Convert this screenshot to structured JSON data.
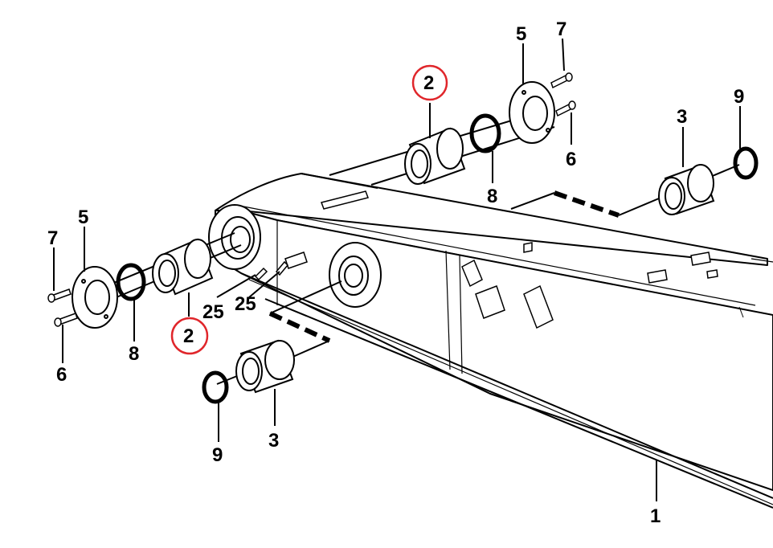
{
  "diagram": {
    "callouts": [
      {
        "id": "c5-top",
        "text": "5"
      },
      {
        "id": "c7-top",
        "text": "7"
      },
      {
        "id": "c2-top",
        "text": "2",
        "circled": true
      },
      {
        "id": "c9-right",
        "text": "9"
      },
      {
        "id": "c3-right",
        "text": "3"
      },
      {
        "id": "c6-right",
        "text": "6"
      },
      {
        "id": "c8-right",
        "text": "8"
      },
      {
        "id": "c5-left",
        "text": "5"
      },
      {
        "id": "c7-left",
        "text": "7"
      },
      {
        "id": "c25-a",
        "text": "25"
      },
      {
        "id": "c25-b",
        "text": "25"
      },
      {
        "id": "c2-left",
        "text": "2",
        "circled": true
      },
      {
        "id": "c8-left",
        "text": "8"
      },
      {
        "id": "c6-left",
        "text": "6"
      },
      {
        "id": "c9-bottom",
        "text": "9"
      },
      {
        "id": "c3-bottom",
        "text": "3"
      },
      {
        "id": "c1",
        "text": "1"
      }
    ],
    "colors": {
      "line": "#000000",
      "highlight": "#e0262b",
      "background": "#ffffff"
    }
  }
}
